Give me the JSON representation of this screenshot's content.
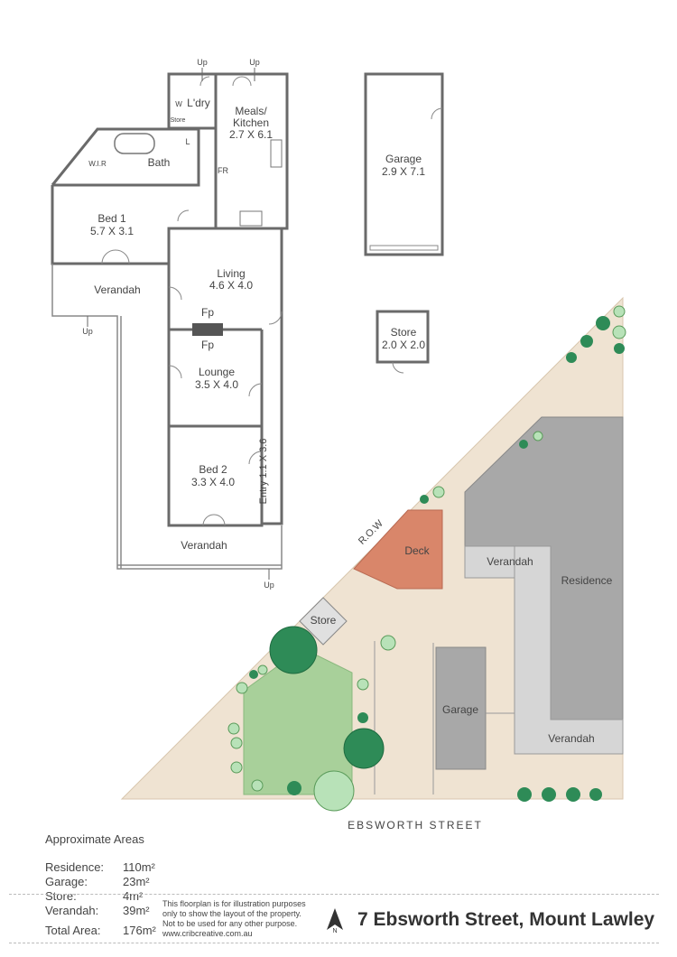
{
  "rooms": {
    "laundry": "L'dry",
    "meals_line1": "Meals/",
    "meals_line2": "Kitchen",
    "meals_dim": "2.7 X 6.1",
    "bath": "Bath",
    "bed1": "Bed 1",
    "bed1_dim": "5.7 X 3.1",
    "wir": "W.I.R",
    "verandah": "Verandah",
    "living": "Living",
    "living_dim": "4.6 X 4.0",
    "fp": "Fp",
    "lounge": "Lounge",
    "lounge_dim": "3.5 X 4.0",
    "bed2": "Bed 2",
    "bed2_dim": "3.3 X 4.0",
    "entry": "Entry",
    "entry_dim": "1.1 X 3.6",
    "garage": "Garage",
    "garage_dim": "2.9 X 7.1",
    "store": "Store",
    "store_dim": "2.0 X 2.0",
    "up": "Up",
    "fr": "FR",
    "w": "W",
    "l": "L",
    "store_small": "Store"
  },
  "site": {
    "row": "R.O.W",
    "deck": "Deck",
    "verandah": "Verandah",
    "residence": "Residence",
    "store": "Store",
    "garage": "Garage",
    "street": "EBSWORTH STREET"
  },
  "areas": {
    "heading": "Approximate Areas",
    "items": [
      {
        "label": "Residence:",
        "value": "110m²"
      },
      {
        "label": "Garage:",
        "value": "23m²"
      },
      {
        "label": "Store:",
        "value": "4m²"
      },
      {
        "label": "Verandah:",
        "value": "39m²"
      }
    ],
    "total_label": "Total Area:",
    "total_value": "176m²"
  },
  "disclaimer": {
    "line1": "This floorplan is for illustration purposes",
    "line2": "only to show the layout of the property.",
    "line3": "Not to be used for any other purpose.",
    "line4": "www.cribcreative.com.au"
  },
  "address": "7 Ebsworth Street, Mount Lawley",
  "colors": {
    "wall": "#6a6a6a",
    "deck": "#d9866a",
    "lawn": "#a8d09a",
    "yard": "#efe3d2",
    "residence": "#a8a8a8",
    "verandah_site": "#d6d6d6",
    "tree_dark": "#2e8b57",
    "tree_light": "#b8e2b8"
  }
}
